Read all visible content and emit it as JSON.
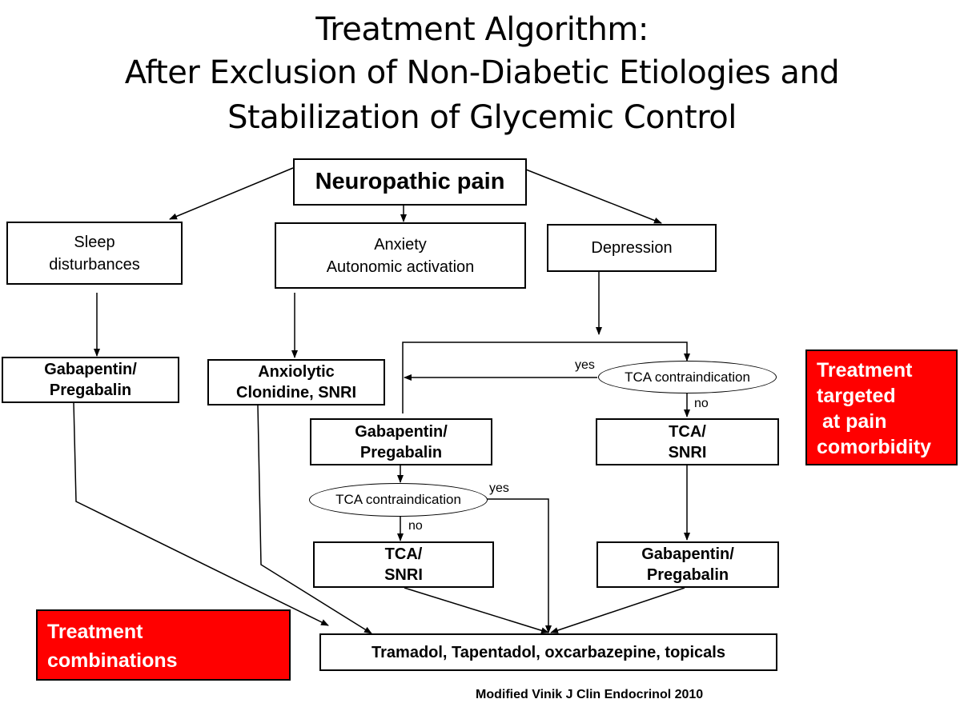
{
  "title": {
    "line1": "Treatment Algorithm:",
    "line2": "After Exclusion of Non-Diabetic Etiologies and",
    "line3": "Stabilization of Glycemic Control"
  },
  "nodes": {
    "root": "Neuropathic pain",
    "sleep": "Sleep\ndisturbances",
    "anxiety_l1": "Anxiety",
    "anxiety_l2": "Autonomic activation",
    "depression": "Depression",
    "gaba_left_l1": "Gabapentin/",
    "gaba_left_l2": "Pregabalin",
    "anxiolytic_l1": "Anxiolytic",
    "anxiolytic_l2": "Clonidine, SNRI",
    "gaba_mid_l1": "Gabapentin/",
    "gaba_mid_l2": "Pregabalin",
    "tca_right_l1": "TCA/",
    "tca_right_l2": "SNRI",
    "tca_mid_l1": "TCA/",
    "tca_mid_l2": "SNRI",
    "gaba_right_l1": "Gabapentin/",
    "gaba_right_l2": "Pregabalin",
    "final": "Tramadol, Tapentadol,  oxcarbazepine, topicals"
  },
  "decisions": {
    "upper": "TCA contraindication",
    "lower": "TCA contraindication"
  },
  "edge_labels": {
    "upper_yes": "yes",
    "upper_no": "no",
    "lower_yes": "yes",
    "lower_no": "no"
  },
  "callouts": {
    "targeted": "Treatment\ntargeted\n at pain\ncomorbidity",
    "combinations": "Treatment\ncombinations"
  },
  "callout_colors": {
    "background": "#ff0000",
    "text": "#ffffff"
  },
  "citation": "Modified Vinik J Clin Endocrinol 2010"
}
